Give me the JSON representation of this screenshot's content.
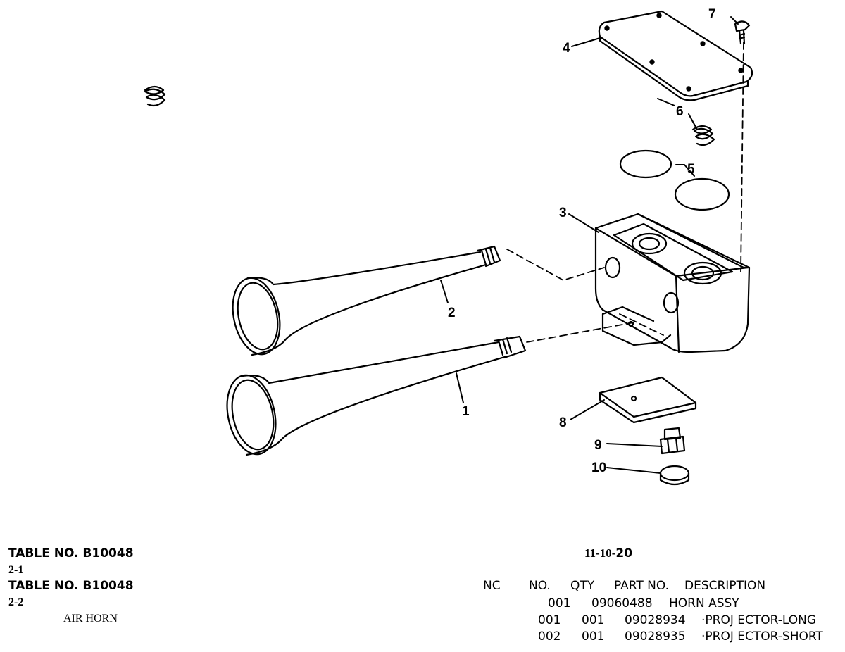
{
  "callouts": {
    "c1": "1",
    "c2": "2",
    "c3": "3",
    "c4": "4",
    "c5": "5",
    "c6": "6",
    "c7": "7",
    "c8": "8",
    "c9": "9",
    "c10": "10"
  },
  "table_blocks": [
    {
      "title": "TABLE NO.  B10048",
      "sub": "2-1"
    },
    {
      "title": "TABLE NO.  B10048",
      "sub": "2-2"
    }
  ],
  "item_name": "AIR HORN",
  "page_ref": {
    "prefix": "11-10-",
    "suffix": "20"
  },
  "parts_table": {
    "headers": {
      "nc": "NC",
      "no": "NO.",
      "qty": "QTY",
      "part_no": "PART NO.",
      "description": "DESCRIPTION"
    },
    "rows": [
      {
        "nc": "",
        "no": "001",
        "qty": "",
        "part_no": "09060488",
        "description": "HORN ASSY"
      },
      {
        "nc": "",
        "no": "001",
        "qty": "001",
        "part_no": "09028934",
        "description": "·PROJ ECTOR-LONG"
      },
      {
        "nc": "",
        "no": "002",
        "qty": "001",
        "part_no": "09028935",
        "description": "·PROJ ECTOR-SHORT"
      }
    ]
  }
}
